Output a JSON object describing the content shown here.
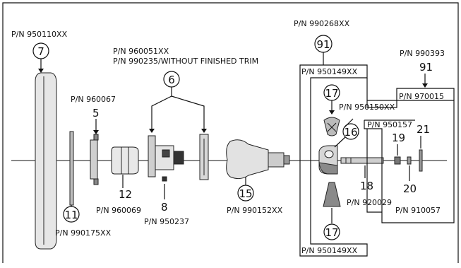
{
  "diagram": {
    "callouts": [
      {
        "id": "c7",
        "pn": "P/N 950110XX",
        "num": "7"
      },
      {
        "id": "c5",
        "pn": "P/N 960067",
        "num": "5"
      },
      {
        "id": "c6",
        "pn": "P/N 960051XX",
        "pn2": "P/N 990235/WITHOUT FINISHED TRIM",
        "num": "6"
      },
      {
        "id": "c91a",
        "pn": "P/N 990268XX",
        "num": "91"
      },
      {
        "id": "c91b",
        "pn": "P/N 990393",
        "num": "91"
      },
      {
        "id": "c950149top",
        "pn": "P/N 950149XX"
      },
      {
        "id": "c17top",
        "num": "17"
      },
      {
        "id": "c950150",
        "pn": "P/N 950150XX"
      },
      {
        "id": "c970015",
        "pn": "P/N 970015"
      },
      {
        "id": "c16",
        "num": "16"
      },
      {
        "id": "c950157",
        "pn": "P/N 950157"
      },
      {
        "id": "c19",
        "num": "19"
      },
      {
        "id": "c21",
        "num": "21"
      },
      {
        "id": "c12",
        "pn": "P/N 960069",
        "num": "12"
      },
      {
        "id": "c11",
        "pn": "P/N 990175XX",
        "num": "11"
      },
      {
        "id": "c8",
        "pn": "P/N 950237",
        "num": "8"
      },
      {
        "id": "c15",
        "pn": "P/N 990152XX",
        "num": "15"
      },
      {
        "id": "c18",
        "pn": "P/N 920029",
        "num": "18"
      },
      {
        "id": "c20",
        "pn": "P/N 910057",
        "num": "20"
      },
      {
        "id": "c17bot",
        "num": "17"
      },
      {
        "id": "c950149bot",
        "pn": "P/N 950149XX"
      }
    ],
    "colors": {
      "ink": "#111111",
      "part_fill": "#d0d0d0",
      "part_dark": "#444444",
      "background": "#ffffff"
    }
  }
}
